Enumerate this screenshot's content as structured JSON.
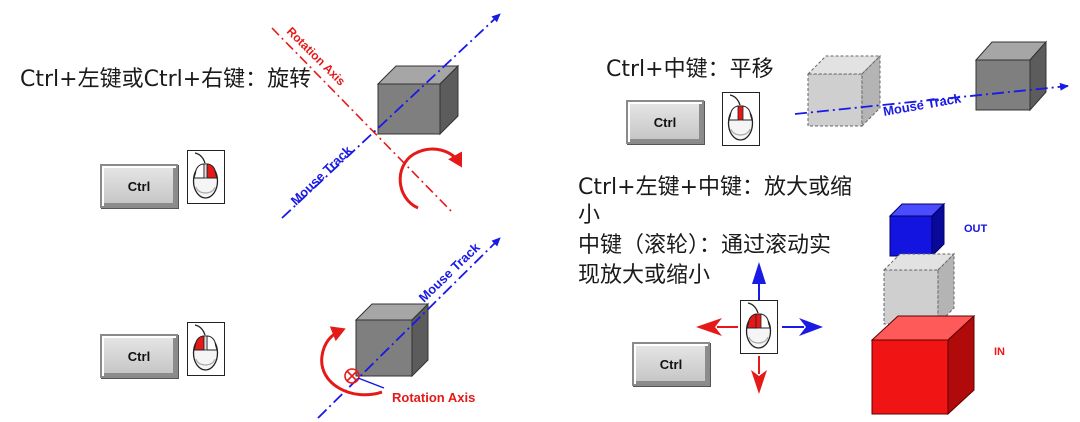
{
  "panels": {
    "rotate": {
      "caption": "Ctrl+左键或Ctrl+右键：旋转",
      "ctrl_key_label": "Ctrl",
      "mouse_track_label": "Mouse Track",
      "rotation_axis_label": "Rotation Axis"
    },
    "pan": {
      "caption": "Ctrl+中键：平移",
      "ctrl_key_label": "Ctrl",
      "mouse_track_label": "Mouse Track"
    },
    "zoom": {
      "caption_line1": "Ctrl+左键+中键：放大或缩",
      "caption_line2": "小",
      "caption_line3": "中键（滚轮）：通过滚动实",
      "caption_line4": "现放大或缩小",
      "ctrl_key_label": "Ctrl",
      "out_label": "OUT",
      "in_label": "IN"
    }
  },
  "colors": {
    "mouse_track": "#1a1ae6",
    "rotation_axis": "#e61919",
    "cube_gray": "#7f7f7f",
    "cube_out": "#1414e0",
    "cube_in": "#f01414",
    "ghost_cube": "#cfcfcf"
  }
}
